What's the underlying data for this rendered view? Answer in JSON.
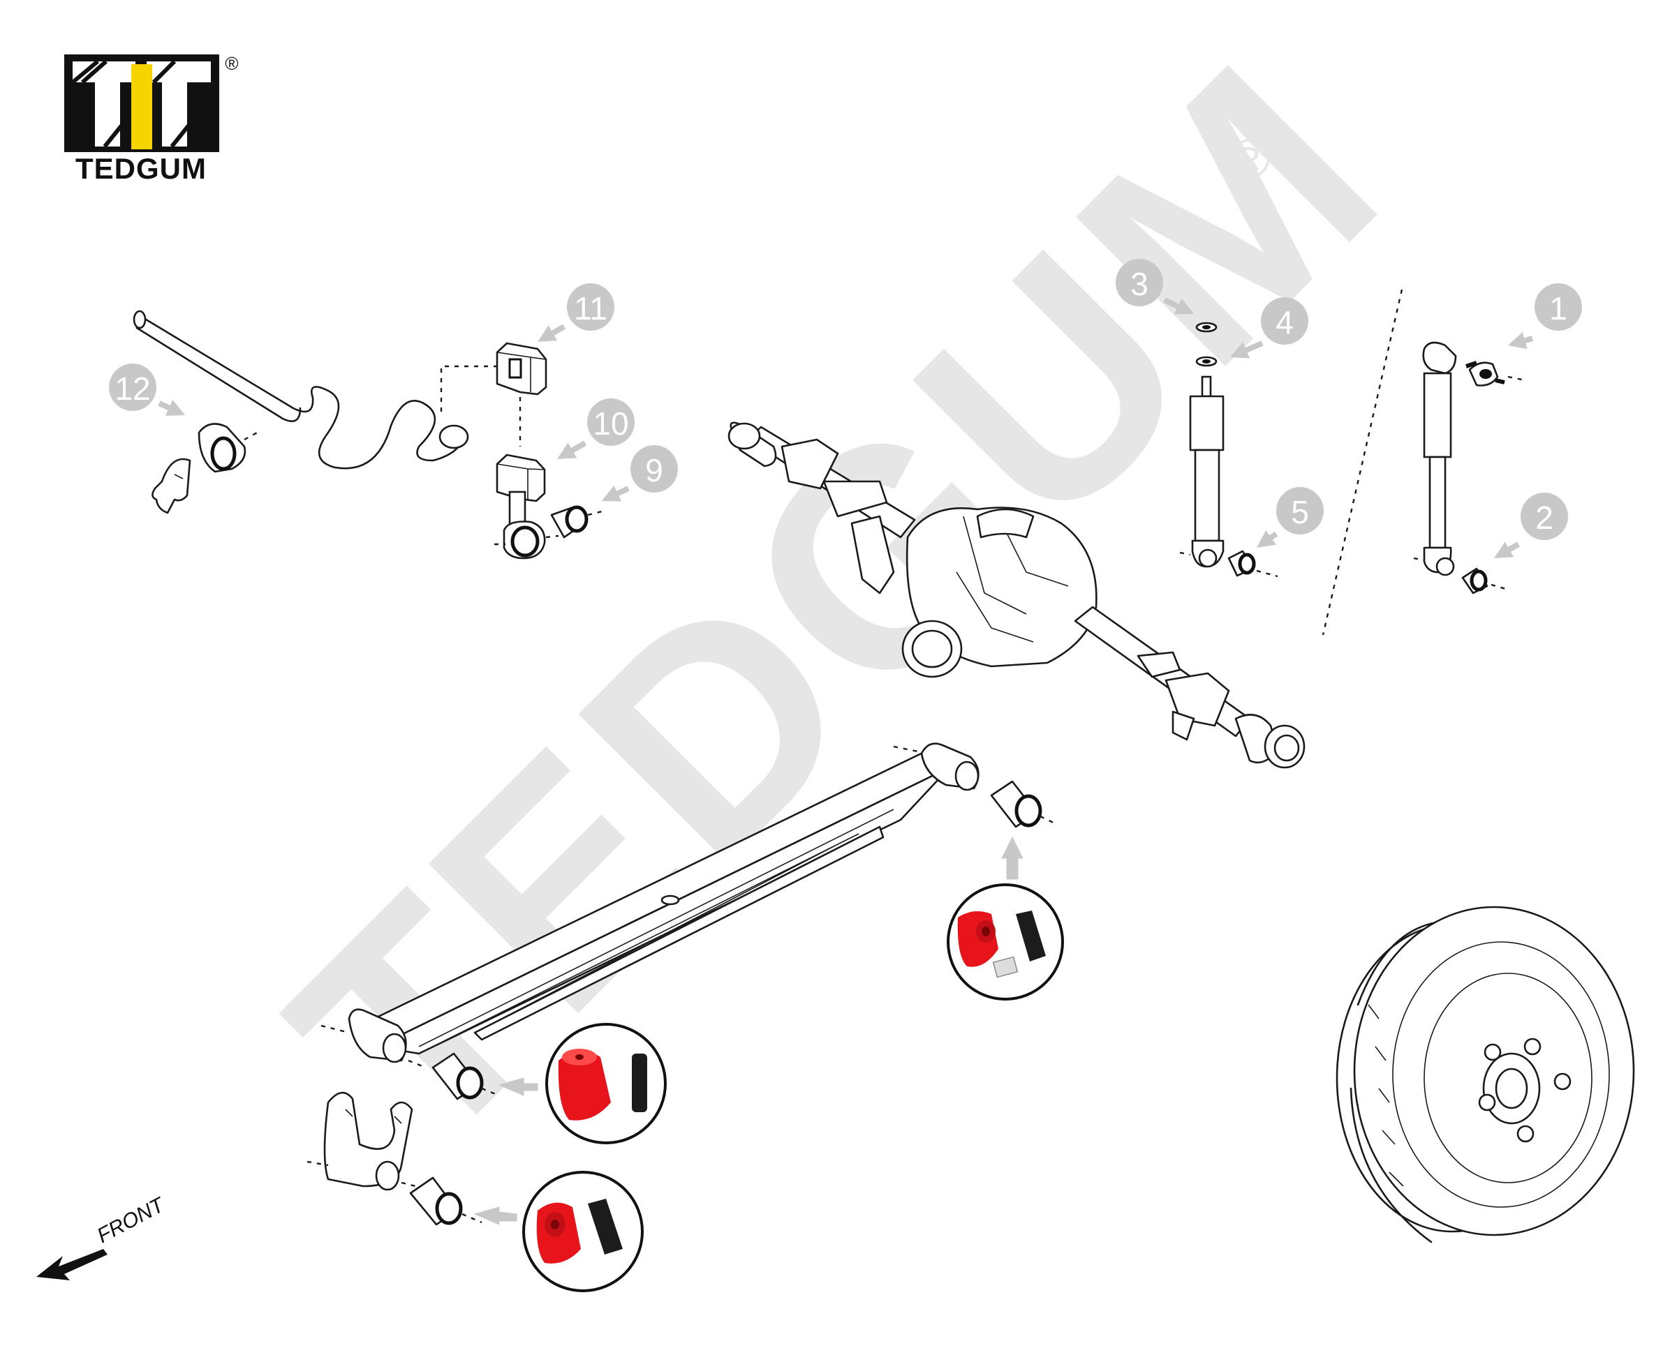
{
  "brand": {
    "name": "TEDGUM",
    "registered_mark": "®",
    "logo_black": "#111111",
    "logo_yellow": "#f5d400"
  },
  "watermark": {
    "text": "TEDGUM",
    "registered_mark": "®",
    "color": "#e6e6e6"
  },
  "front_label": "FRONT",
  "callouts": [
    {
      "number": "1",
      "part": "shock-upper-bushing"
    },
    {
      "number": "2",
      "part": "shock-lower-bushing"
    },
    {
      "number": "3",
      "part": "shock-top-washer-upper"
    },
    {
      "number": "4",
      "part": "shock-top-washer-lower"
    },
    {
      "number": "5",
      "part": "shock-eye-bushing"
    },
    {
      "number": "9",
      "part": "stabilizer-link-bushing"
    },
    {
      "number": "10",
      "part": "stabilizer-link-upper-bushing"
    },
    {
      "number": "11",
      "part": "stabilizer-mount-bushing"
    },
    {
      "number": "12",
      "part": "stabilizer-bar-bushing"
    }
  ],
  "product_photos": [
    {
      "name": "leaf-spring-front-eye-bushing",
      "color": "#e8141c"
    },
    {
      "name": "leaf-spring-rear-eye-bushing",
      "color": "#e8141c"
    },
    {
      "name": "shackle-bushing",
      "color": "#e8141c"
    }
  ],
  "colors": {
    "callout_gray": "#c8c8c8",
    "bushing_red": "#e8141c",
    "sleeve_black": "#1c1c1c",
    "line": "#1a1a1a"
  }
}
